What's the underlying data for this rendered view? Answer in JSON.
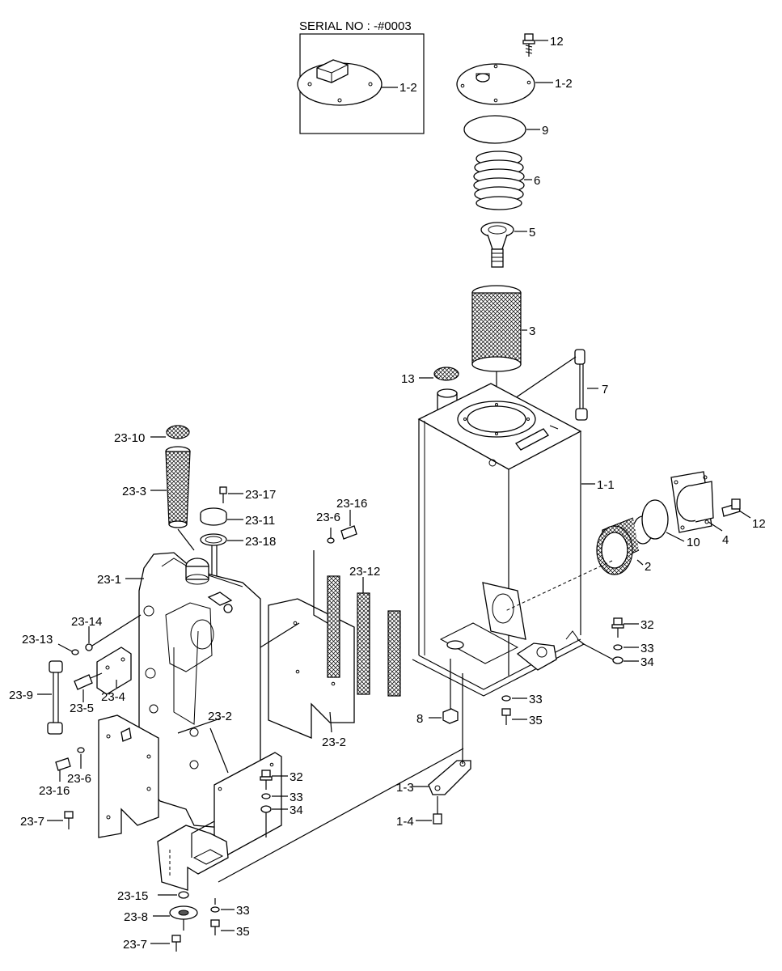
{
  "inset": {
    "title": "SERIAL NO : -#0003",
    "label": "1-2"
  },
  "callouts": {
    "c_12_top": "12",
    "c_1_2_top": "1-2",
    "c_9": "9",
    "c_6": "6",
    "c_5": "5",
    "c_3": "3",
    "c_13": "13",
    "c_7": "7",
    "c_1_1": "1-1",
    "c_12_right": "12",
    "c_4": "4",
    "c_10": "10",
    "c_2": "2",
    "c_32_right": "32",
    "c_33_right": "33",
    "c_34_right": "34",
    "c_33_mid": "33",
    "c_35_mid": "35",
    "c_8": "8",
    "c_1_3": "1-3",
    "c_1_4": "1-4",
    "c_23_10": "23-10",
    "c_23_3": "23-3",
    "c_23_17": "23-17",
    "c_23_11": "23-11",
    "c_23_18": "23-18",
    "c_23_6_top": "23-6",
    "c_23_16_top": "23-16",
    "c_23_12": "23-12",
    "c_23_1": "23-1",
    "c_23_14": "23-14",
    "c_23_13": "23-13",
    "c_23_9": "23-9",
    "c_23_4": "23-4",
    "c_23_5": "23-5",
    "c_23_2_left": "23-2",
    "c_23_2_right": "23-2",
    "c_23_6_bot": "23-6",
    "c_23_16_bot": "23-16",
    "c_32_left": "32",
    "c_33_left": "33",
    "c_34_left": "34",
    "c_23_7_top": "23-7",
    "c_23_15": "23-15",
    "c_23_8": "23-8",
    "c_33_bot": "33",
    "c_35_bot": "35",
    "c_23_7_bot": "23-7"
  }
}
